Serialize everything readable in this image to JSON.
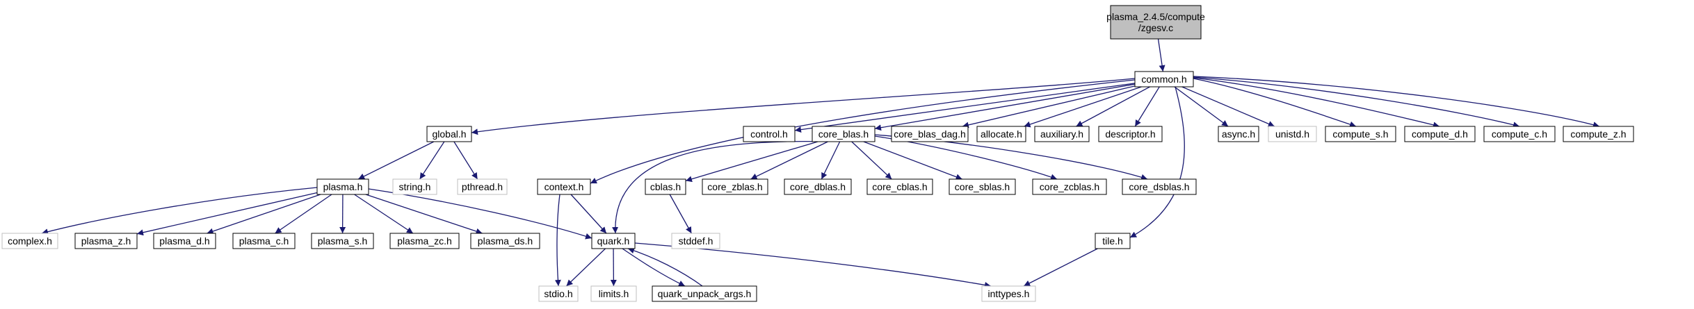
{
  "colors": {
    "edge": "#191970",
    "root_fill": "#bfbfbf",
    "normal_border": "#000000",
    "external_border": "#bfbfbf",
    "text": "#000000",
    "background": "#ffffff"
  },
  "nodes": [
    {
      "id": "root",
      "lines": [
        "plasma_2.4.5/compute",
        "/zgesv.c"
      ],
      "kind": "root"
    },
    {
      "id": "common",
      "lines": [
        "common.h"
      ],
      "kind": "normal"
    },
    {
      "id": "global",
      "lines": [
        "global.h"
      ],
      "kind": "normal"
    },
    {
      "id": "context",
      "lines": [
        "context.h"
      ],
      "kind": "normal"
    },
    {
      "id": "control",
      "lines": [
        "control.h"
      ],
      "kind": "normal"
    },
    {
      "id": "core_blas",
      "lines": [
        "core_blas.h"
      ],
      "kind": "normal"
    },
    {
      "id": "core_blas_dag",
      "lines": [
        "core_blas_dag.h"
      ],
      "kind": "normal"
    },
    {
      "id": "allocate",
      "lines": [
        "allocate.h"
      ],
      "kind": "normal"
    },
    {
      "id": "auxiliary",
      "lines": [
        "auxiliary.h"
      ],
      "kind": "normal"
    },
    {
      "id": "descriptor",
      "lines": [
        "descriptor.h"
      ],
      "kind": "normal"
    },
    {
      "id": "tile",
      "lines": [
        "tile.h"
      ],
      "kind": "normal"
    },
    {
      "id": "async",
      "lines": [
        "async.h"
      ],
      "kind": "normal"
    },
    {
      "id": "unistd",
      "lines": [
        "unistd.h"
      ],
      "kind": "external"
    },
    {
      "id": "compute_s",
      "lines": [
        "compute_s.h"
      ],
      "kind": "normal"
    },
    {
      "id": "compute_d",
      "lines": [
        "compute_d.h"
      ],
      "kind": "normal"
    },
    {
      "id": "compute_c",
      "lines": [
        "compute_c.h"
      ],
      "kind": "normal"
    },
    {
      "id": "compute_z",
      "lines": [
        "compute_z.h"
      ],
      "kind": "normal"
    },
    {
      "id": "plasma",
      "lines": [
        "plasma.h"
      ],
      "kind": "normal"
    },
    {
      "id": "string",
      "lines": [
        "string.h"
      ],
      "kind": "external"
    },
    {
      "id": "pthread",
      "lines": [
        "pthread.h"
      ],
      "kind": "external"
    },
    {
      "id": "complex",
      "lines": [
        "complex.h"
      ],
      "kind": "external"
    },
    {
      "id": "plasma_z",
      "lines": [
        "plasma_z.h"
      ],
      "kind": "normal"
    },
    {
      "id": "plasma_d",
      "lines": [
        "plasma_d.h"
      ],
      "kind": "normal"
    },
    {
      "id": "plasma_c",
      "lines": [
        "plasma_c.h"
      ],
      "kind": "normal"
    },
    {
      "id": "plasma_s",
      "lines": [
        "plasma_s.h"
      ],
      "kind": "normal"
    },
    {
      "id": "plasma_zc",
      "lines": [
        "plasma_zc.h"
      ],
      "kind": "normal"
    },
    {
      "id": "plasma_ds",
      "lines": [
        "plasma_ds.h"
      ],
      "kind": "normal"
    },
    {
      "id": "quark",
      "lines": [
        "quark.h"
      ],
      "kind": "normal"
    },
    {
      "id": "stdio",
      "lines": [
        "stdio.h"
      ],
      "kind": "external"
    },
    {
      "id": "limits",
      "lines": [
        "limits.h"
      ],
      "kind": "external"
    },
    {
      "id": "quark_unpack",
      "lines": [
        "quark_unpack_args.h"
      ],
      "kind": "normal"
    },
    {
      "id": "inttypes",
      "lines": [
        "inttypes.h"
      ],
      "kind": "external"
    },
    {
      "id": "cblas",
      "lines": [
        "cblas.h"
      ],
      "kind": "normal"
    },
    {
      "id": "stddef",
      "lines": [
        "stddef.h"
      ],
      "kind": "external"
    },
    {
      "id": "core_zblas",
      "lines": [
        "core_zblas.h"
      ],
      "kind": "normal"
    },
    {
      "id": "core_dblas",
      "lines": [
        "core_dblas.h"
      ],
      "kind": "normal"
    },
    {
      "id": "core_cblas",
      "lines": [
        "core_cblas.h"
      ],
      "kind": "normal"
    },
    {
      "id": "core_sblas",
      "lines": [
        "core_sblas.h"
      ],
      "kind": "normal"
    },
    {
      "id": "core_zcblas",
      "lines": [
        "core_zcblas.h"
      ],
      "kind": "normal"
    },
    {
      "id": "core_dsblas",
      "lines": [
        "core_dsblas.h"
      ],
      "kind": "normal"
    }
  ],
  "edges": [
    [
      "root",
      "common"
    ],
    [
      "common",
      "global"
    ],
    [
      "common",
      "context"
    ],
    [
      "common",
      "control"
    ],
    [
      "common",
      "core_blas"
    ],
    [
      "common",
      "core_blas_dag"
    ],
    [
      "common",
      "allocate"
    ],
    [
      "common",
      "auxiliary"
    ],
    [
      "common",
      "descriptor"
    ],
    [
      "common",
      "tile"
    ],
    [
      "common",
      "async"
    ],
    [
      "common",
      "unistd"
    ],
    [
      "common",
      "compute_s"
    ],
    [
      "common",
      "compute_d"
    ],
    [
      "common",
      "compute_c"
    ],
    [
      "common",
      "compute_z"
    ],
    [
      "global",
      "plasma"
    ],
    [
      "global",
      "string"
    ],
    [
      "global",
      "pthread"
    ],
    [
      "plasma",
      "complex"
    ],
    [
      "plasma",
      "plasma_z"
    ],
    [
      "plasma",
      "plasma_d"
    ],
    [
      "plasma",
      "plasma_c"
    ],
    [
      "plasma",
      "plasma_s"
    ],
    [
      "plasma",
      "plasma_zc"
    ],
    [
      "plasma",
      "plasma_ds"
    ],
    [
      "plasma",
      "quark"
    ],
    [
      "context",
      "quark"
    ],
    [
      "context",
      "stdio"
    ],
    [
      "core_blas",
      "quark"
    ],
    [
      "core_blas",
      "cblas"
    ],
    [
      "core_blas",
      "core_zblas"
    ],
    [
      "core_blas",
      "core_dblas"
    ],
    [
      "core_blas",
      "core_cblas"
    ],
    [
      "core_blas",
      "core_sblas"
    ],
    [
      "core_blas",
      "core_zcblas"
    ],
    [
      "core_blas",
      "core_dsblas"
    ],
    [
      "cblas",
      "stddef"
    ],
    [
      "quark",
      "stdio"
    ],
    [
      "quark",
      "limits"
    ],
    [
      "quark",
      "quark_unpack"
    ],
    [
      "quark",
      "inttypes"
    ],
    [
      "quark_unpack",
      "quark"
    ],
    [
      "tile",
      "inttypes"
    ]
  ]
}
